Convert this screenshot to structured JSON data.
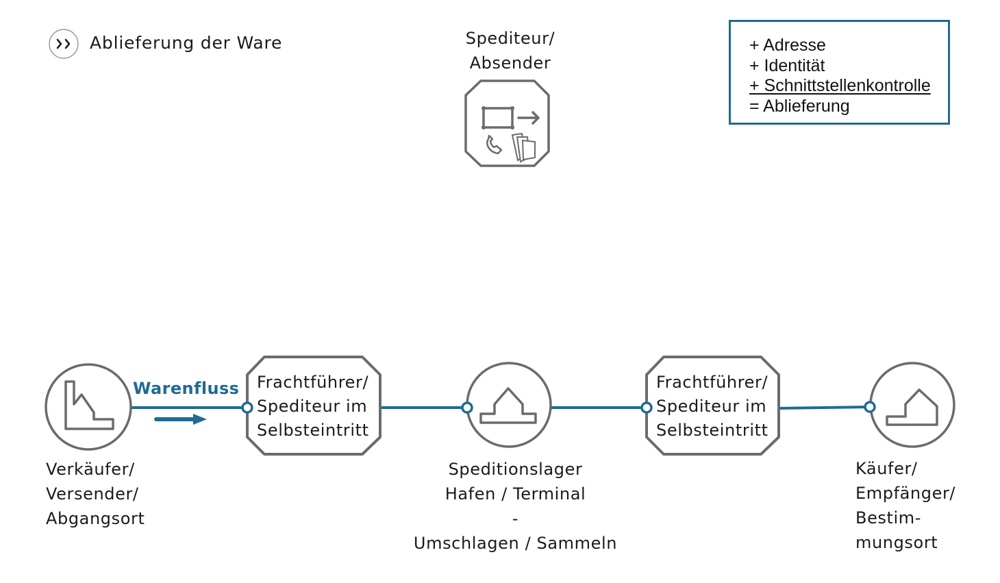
{
  "header": {
    "icon": "double-chevron-right-icon",
    "title": "Ablieferung der Ware"
  },
  "shipper": {
    "label_lines": [
      "Spediteur/",
      "Absender"
    ],
    "icon": "dispatch-documents-icon"
  },
  "info_box": {
    "lines": [
      "+ Adresse",
      "+ Identität",
      "+ Schnittstellenkontrolle",
      "= Ablieferung"
    ],
    "underlined_line": 2
  },
  "flow": {
    "label": "Warenfluss",
    "color": "#1f6b93",
    "nodes": [
      {
        "id": "seller",
        "shape": "circle",
        "icon": "factory-icon",
        "label_lines": [
          "Verkäufer/",
          "Versender/",
          "Abgangsort"
        ]
      },
      {
        "id": "carrier-1",
        "shape": "octagon",
        "label_lines": [
          "Frachtführer/",
          "Spediteur im",
          "Selbsteintritt"
        ]
      },
      {
        "id": "warehouse",
        "shape": "circle",
        "icon": "warehouse-icon",
        "label_lines": [
          "Speditionslager",
          "Hafen / Terminal",
          "-",
          "Umschlagen / Sammeln"
        ]
      },
      {
        "id": "carrier-2",
        "shape": "octagon",
        "label_lines": [
          "Frachtführer/",
          "Spediteur im",
          "Selbsteintritt"
        ]
      },
      {
        "id": "buyer",
        "shape": "circle",
        "icon": "house-icon",
        "label_lines": [
          "Käufer/",
          "Empfänger/",
          "Bestim-",
          "mungsort"
        ]
      }
    ]
  },
  "colors": {
    "stroke": "#6b6b6b",
    "accent": "#1f6b93",
    "text": "#1a1a1a"
  }
}
